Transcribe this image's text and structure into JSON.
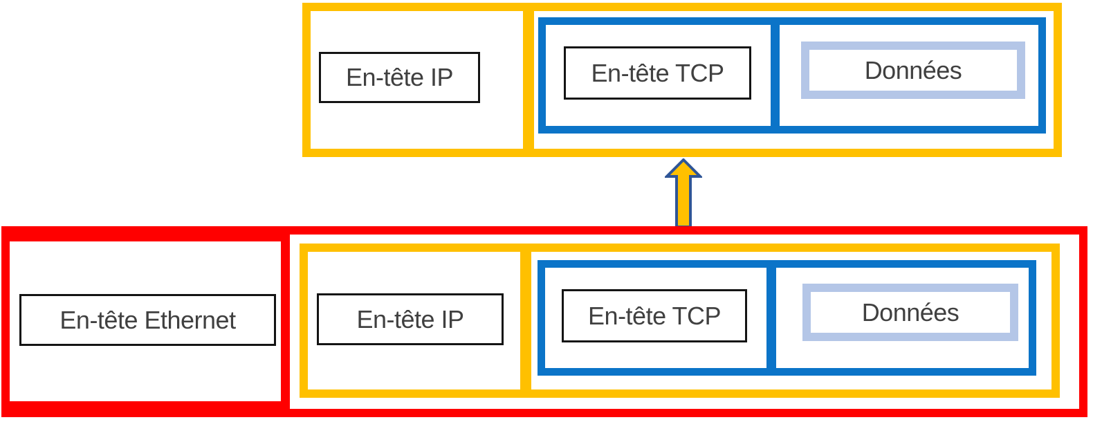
{
  "top_packet": {
    "ip_header_label": "En-tête IP",
    "tcp_header_label": "En-tête TCP",
    "data_label": "Données"
  },
  "bottom_frame": {
    "ethernet_header_label": "En-tête Ethernet",
    "ip_header_label": "En-tête IP",
    "tcp_header_label": "En-tête TCP",
    "data_label": "Données"
  },
  "icons": {
    "up_arrow": "encapsulation-up-arrow"
  },
  "colors": {
    "ip_layer_gold": "#FFC000",
    "tcp_layer_blue": "#0B74C8",
    "data_border_light_blue": "#B4C6E7",
    "ethernet_layer_red": "#FF0000",
    "black_box_border": "#141414",
    "label_text": "#404040",
    "arrow_fill": "#FFC000",
    "arrow_outline": "#2F5597"
  }
}
